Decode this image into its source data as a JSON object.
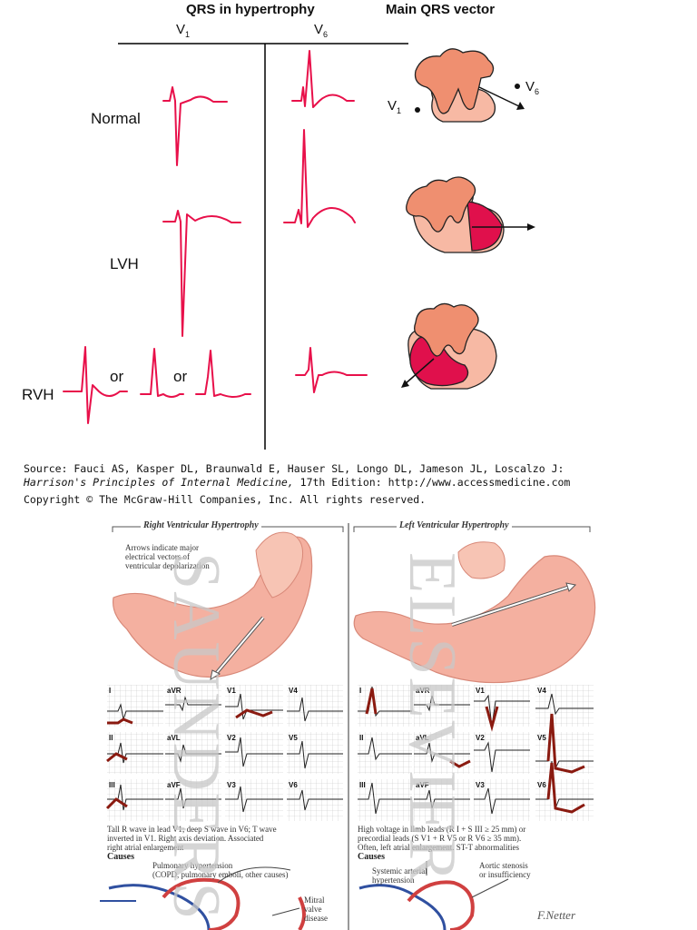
{
  "top_figure": {
    "header_left": "QRS in hypertrophy",
    "header_right": "Main QRS vector",
    "lead_v1": "V",
    "lead_v1_sub": "1",
    "lead_v6": "V",
    "lead_v6_sub": "6",
    "row_normal": "Normal",
    "row_lvh": "LVH",
    "row_rvh": "RVH",
    "or_1": "or",
    "or_2": "or",
    "vec_v1": "V",
    "vec_v1_sub": "1",
    "vec_v6": "V",
    "vec_v6_sub": "6",
    "colors": {
      "trace": "#e8104a",
      "heart_light": "#f7b9a4",
      "heart_dark": "#ef8f70",
      "hypertrophy": "#e0104c"
    }
  },
  "source": {
    "line1": "Source: Fauci AS, Kasper DL, Braunwald E, Hauser SL, Longo DL, Jameson JL, Loscalzo J:",
    "book_title": "Harrison's Principles of Internal Medicine,",
    "line2_rest": " 17th Edition: http://www.accessmedicine.com",
    "line3": "Copyright © The McGraw-Hill Companies, Inc. All rights reserved."
  },
  "bottom_figure": {
    "rvh_title": "Right Ventricular Hypertrophy",
    "lvh_title": "Left Ventricular Hypertrophy",
    "rvh_note_1": "Arrows indicate major",
    "rvh_note_2": "electrical vectors of",
    "rvh_note_3": "ventricular depolarization",
    "leads_rvh": [
      "I",
      "aVR",
      "V1",
      "V4",
      "II",
      "aVL",
      "V2",
      "V5",
      "III",
      "aVF",
      "V3",
      "V6"
    ],
    "leads_lvh": [
      "I",
      "aVR",
      "V1",
      "V4",
      "II",
      "aVL",
      "V2",
      "V5",
      "III",
      "aVF",
      "V3",
      "V6"
    ],
    "rvh_text_1": "Tall R wave in lead V1; deep S wave in V6; T wave",
    "rvh_text_2": "inverted in V1. Right axis deviation. Associated",
    "rvh_text_3": "right atrial enlargement",
    "rvh_causes_label": "Causes",
    "rvh_cause_1": "Pulmonary hypertension",
    "rvh_cause_2": "(COPD, pulmonary emboli, other causes)",
    "rvh_cause_3": "Mitral",
    "rvh_cause_4": "valve",
    "rvh_cause_5": "disease",
    "lvh_text_1": "High voltage in limb leads (R I + S III ≥ 25 mm) or",
    "lvh_text_2": "precordial leads (S V1 + R V5 or R V6 ≥ 35 mm).",
    "lvh_text_3": "Often, left atrial enlargement. ST-T abnormalities",
    "lvh_causes_label": "Causes",
    "lvh_cause_1": "Systemic arterial",
    "lvh_cause_2": "hypertension",
    "lvh_cause_3": "Aortic stenosis",
    "lvh_cause_4": "or insufficiency",
    "watermark_left": "SAUNDERS",
    "watermark_right": "ELSEVIER",
    "signature": "F.Netter",
    "colors": {
      "grid": "#b8b8b8",
      "trace_hi": "#8a1a10",
      "heart": "#f4b0a0",
      "heart_stroke": "#d88878",
      "divider": "#999999",
      "watermark": "#c8c8c8"
    }
  }
}
